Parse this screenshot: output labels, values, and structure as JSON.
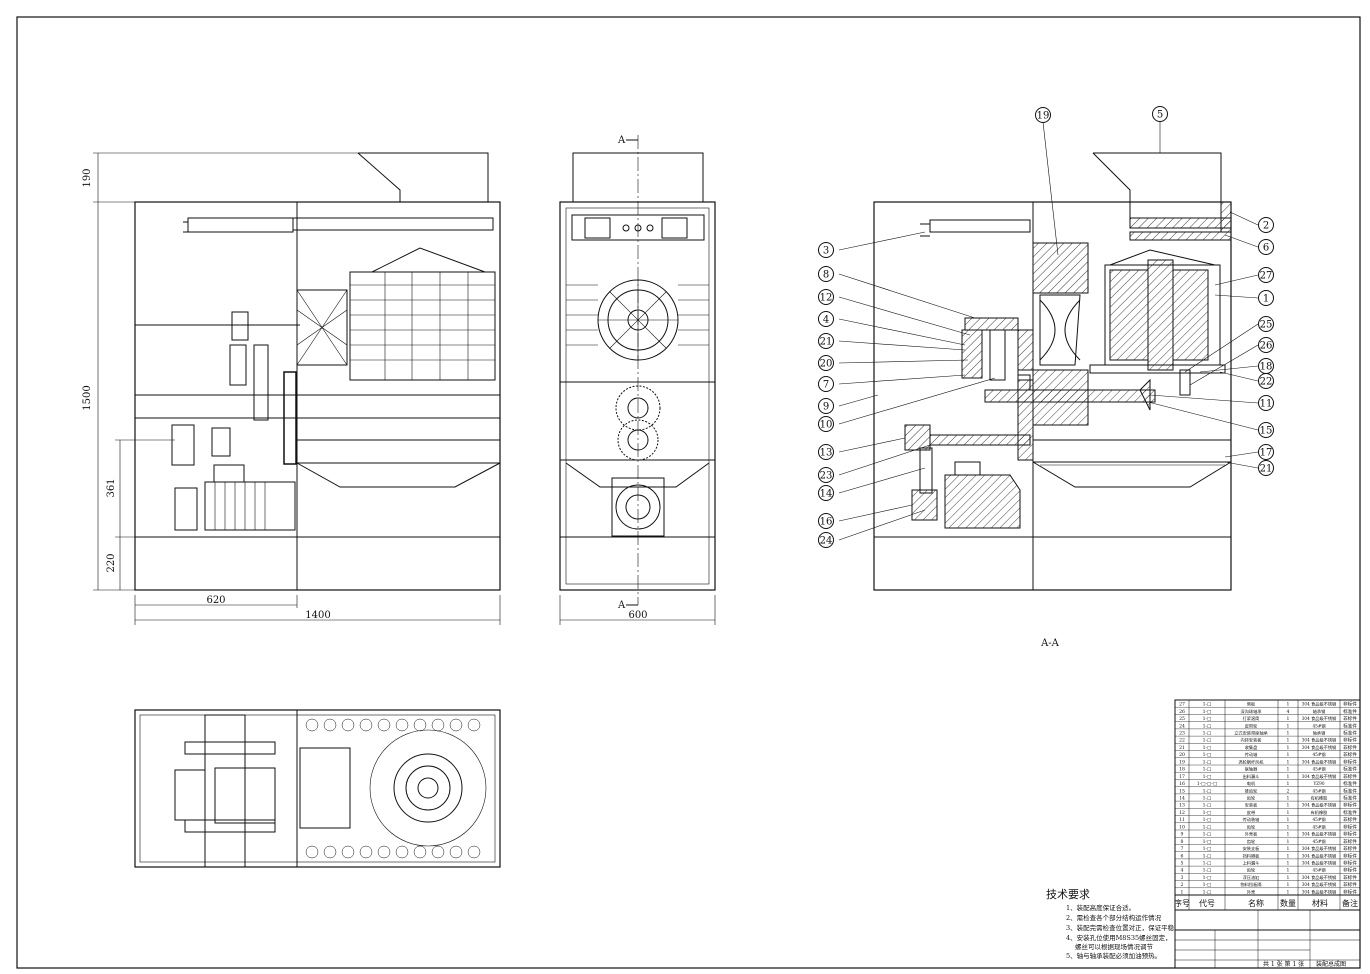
{
  "front_view": {
    "dim_height_top": "190",
    "dim_height_total": "1500",
    "dim_height_mid": "361",
    "dim_height_bottom": "220",
    "dim_width_left": "620",
    "dim_width_total": "1400"
  },
  "side_view": {
    "section_mark_top": "A",
    "section_mark_bottom": "A",
    "dim_width": "600"
  },
  "section_view": {
    "title": "A-A",
    "balloons": [
      {
        "id": "b19",
        "label": "19"
      },
      {
        "id": "b5",
        "label": "5"
      },
      {
        "id": "b2",
        "label": "2"
      },
      {
        "id": "b6",
        "label": "6"
      },
      {
        "id": "b27",
        "label": "27"
      },
      {
        "id": "b1",
        "label": "1"
      },
      {
        "id": "b3",
        "label": "3"
      },
      {
        "id": "b8",
        "label": "8"
      },
      {
        "id": "b12",
        "label": "12"
      },
      {
        "id": "b4",
        "label": "4"
      },
      {
        "id": "b21a",
        "label": "21"
      },
      {
        "id": "b20",
        "label": "20"
      },
      {
        "id": "b7",
        "label": "7"
      },
      {
        "id": "b9",
        "label": "9"
      },
      {
        "id": "b10",
        "label": "10"
      },
      {
        "id": "b25",
        "label": "25"
      },
      {
        "id": "b26",
        "label": "26"
      },
      {
        "id": "b18",
        "label": "18"
      },
      {
        "id": "b22",
        "label": "22"
      },
      {
        "id": "b11",
        "label": "11"
      },
      {
        "id": "b15",
        "label": "15"
      },
      {
        "id": "b13",
        "label": "13"
      },
      {
        "id": "b23",
        "label": "23"
      },
      {
        "id": "b14",
        "label": "14"
      },
      {
        "id": "b17",
        "label": "17"
      },
      {
        "id": "b21b",
        "label": "21"
      },
      {
        "id": "b16",
        "label": "16"
      },
      {
        "id": "b24",
        "label": "24"
      }
    ]
  },
  "tech_requirements": {
    "heading": "技术要求",
    "items": [
      "1、装配高度保证合适。",
      "2、需检查各个部分结构运作情况",
      "3、装配完需检查位置对正，保证平稳",
      "4、安装孔位使用M8S35螺丝固定，",
      "螺丝可以根据现场情况调节",
      "5、轴与轴承装配必须加油预热。"
    ]
  },
  "bom": {
    "header": {
      "seq": "序号",
      "code": "代号",
      "name": "名称",
      "qty": "数量",
      "material": "材料",
      "remark": "备注"
    },
    "rows": [
      [
        "27",
        "1-□",
        "侧板",
        "1",
        "304 食品级不锈钢",
        "非标件"
      ],
      [
        "26",
        "1-□",
        "深沟球轴承",
        "4",
        "轴承钢",
        "标准件"
      ],
      [
        "25",
        "1-□",
        "打浆滚筒",
        "1",
        "304 食品级不锈钢",
        "非标件"
      ],
      [
        "24",
        "1-□",
        "皮带轮",
        "1",
        "45#钢",
        "标准件"
      ],
      [
        "23",
        "1-□",
        "立式安装带座轴承",
        "1",
        "轴承钢",
        "标准件"
      ],
      [
        "22",
        "1-□",
        "内转安装板",
        "1",
        "304 食品级不锈钢",
        "非标件"
      ],
      [
        "21",
        "1-□",
        "收集盘",
        "1",
        "304 食品级不锈钢",
        "非标件"
      ],
      [
        "20",
        "1-□",
        "传动轴",
        "1",
        "45#钢",
        "非标件"
      ],
      [
        "19",
        "1-□",
        "涡轮蜗杆风机",
        "1",
        "304 食品级不锈钢",
        "非标件"
      ],
      [
        "18",
        "1-□",
        "联轴器",
        "1",
        "45#钢",
        "标准件"
      ],
      [
        "17",
        "1-□",
        "出料漏斗",
        "1",
        "304 食品级不锈钢",
        "非标件"
      ],
      [
        "16",
        "1-□-□-□",
        "电机",
        "1",
        "YZ90",
        "标准件"
      ],
      [
        "15",
        "1-□",
        "锥齿轮",
        "2",
        "45#钢",
        "标准件"
      ],
      [
        "14",
        "1-□",
        "齿轮",
        "1",
        "有机橡胶",
        "标准件"
      ],
      [
        "13",
        "1-□",
        "安装板",
        "1",
        "304 食品级不锈钢",
        "非标件"
      ],
      [
        "12",
        "1-□",
        "皮带",
        "1",
        "有机橡胶",
        "标准件"
      ],
      [
        "11",
        "1-□",
        "传动装轴",
        "1",
        "45#钢",
        "非标件"
      ],
      [
        "10",
        "1-□",
        "齿轮",
        "1",
        "45#钢",
        "非标件"
      ],
      [
        "9",
        "1-□",
        "外壳板",
        "1",
        "304 食品级不锈钢",
        "非标件"
      ],
      [
        "8",
        "1-□",
        "齿轮",
        "1",
        "45#钢",
        "非标件"
      ],
      [
        "7",
        "1-□",
        "安装支板",
        "1",
        "304 食品级不锈钢",
        "非标件"
      ],
      [
        "6",
        "1-□",
        "挡料隔板",
        "1",
        "304 食品级不锈钢",
        "非标件"
      ],
      [
        "5",
        "1-□",
        "上料漏斗",
        "1",
        "304 食品级不锈钢",
        "非标件"
      ],
      [
        "4",
        "1-□",
        "齿轮",
        "1",
        "45#钢",
        "非标件"
      ],
      [
        "3",
        "1-□",
        "浮压油缸",
        "1",
        "304 食品级不锈钢",
        "非标件"
      ],
      [
        "2",
        "1-□",
        "物料挡板隔",
        "1",
        "304 食品级不锈钢",
        "非标件"
      ],
      [
        "1",
        "1-□",
        "外壳",
        "1",
        "304 食品级不锈钢",
        "非标件"
      ]
    ]
  },
  "title_block": {
    "drawing_name": "装配总成图",
    "sheet": "共 1 张 第 1 张"
  }
}
